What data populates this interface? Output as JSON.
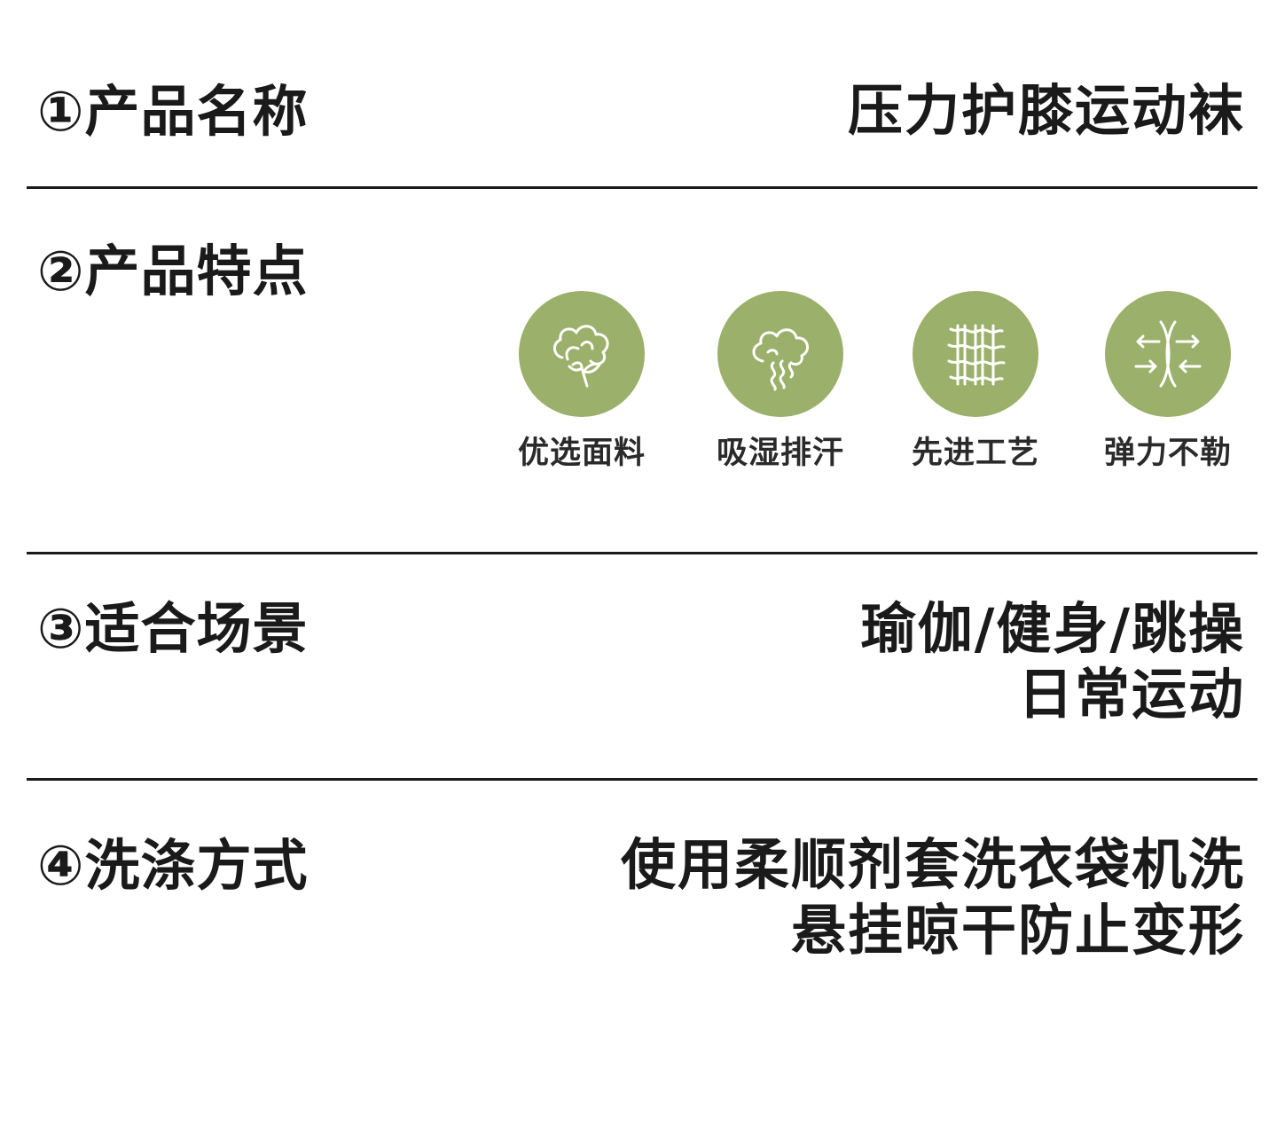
{
  "accent_color": "#9bb06b",
  "sections": [
    {
      "label": "①产品名称",
      "value_lines": [
        "压力护膝运动袜"
      ]
    },
    {
      "label": "②产品特点"
    },
    {
      "label": "③适合场景",
      "value_lines": [
        "瑜伽/健身/跳操",
        "日常运动"
      ]
    },
    {
      "label": "④洗涤方式",
      "value_lines": [
        "使用柔顺剂套洗衣袋机洗",
        "悬挂晾干防止变形"
      ]
    }
  ],
  "features": [
    {
      "icon": "cotton-icon",
      "label": "优选面料"
    },
    {
      "icon": "steam-icon",
      "label": "吸湿排汗"
    },
    {
      "icon": "weave-icon",
      "label": "先进工艺"
    },
    {
      "icon": "stretch-icon",
      "label": "弹力不勒"
    }
  ]
}
